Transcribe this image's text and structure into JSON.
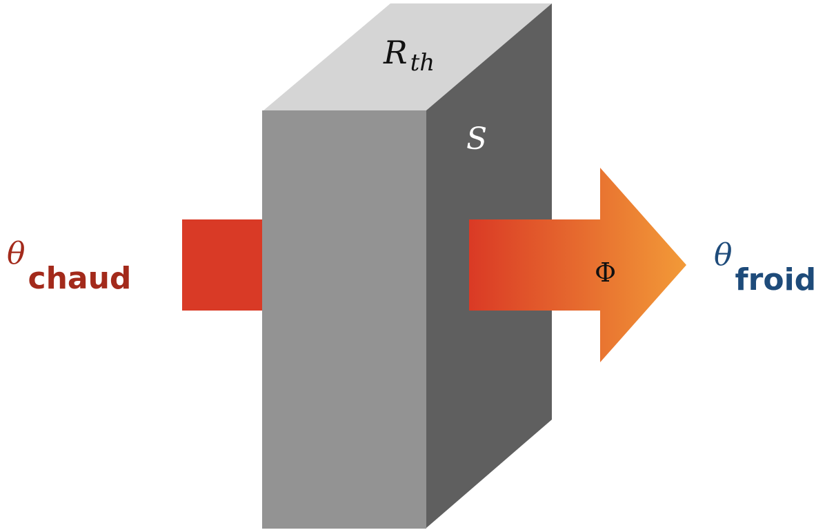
{
  "colors": {
    "hot_label": "#A32A1B",
    "cold_label": "#1E4B7A",
    "hot_flux": "#D93A26",
    "gradient_start": "#DA3A25",
    "gradient_end": "#F29A38",
    "wall_front": "#939393",
    "wall_side": "#5F5F5F",
    "wall_top": "#D5D5D5",
    "label_dark": "#111111",
    "label_light": "#FFFFFF"
  },
  "labels": {
    "hot_symbol": "θ",
    "hot_subscript": "chaud",
    "cold_symbol": "θ",
    "cold_subscript": "froid",
    "resistance_main": "R",
    "resistance_subscript": "th",
    "surface": "S",
    "flux": "Φ"
  }
}
